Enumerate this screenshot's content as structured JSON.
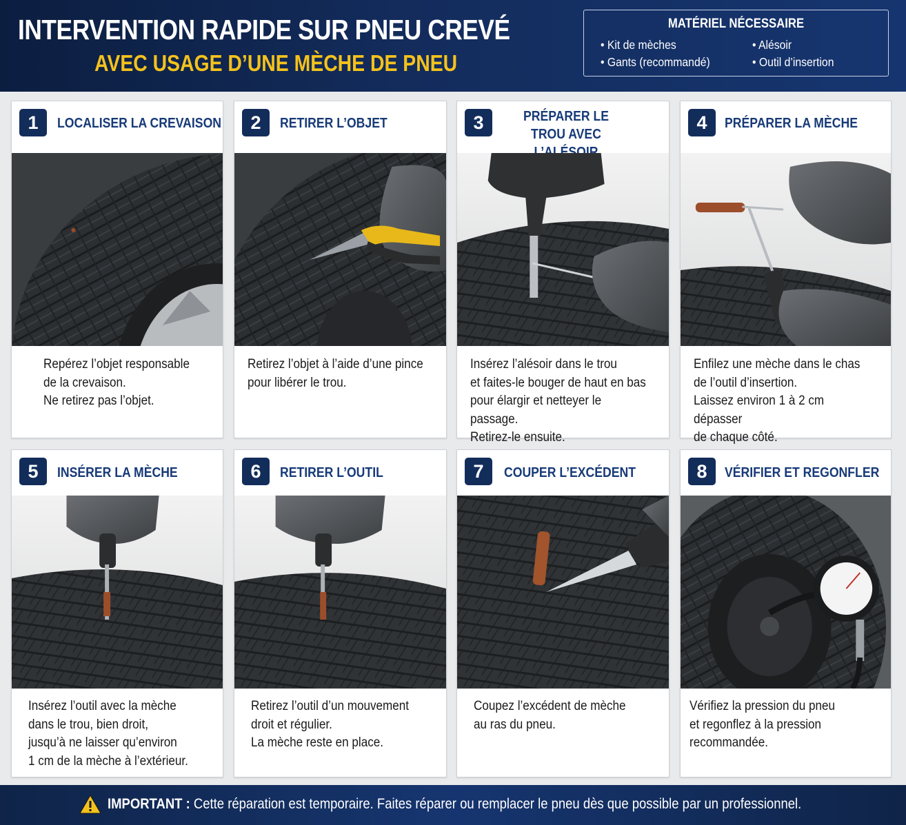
{
  "header": {
    "title": "INTERVENTION RAPIDE SUR PNEU CREVÉ",
    "subtitle": "AVEC USAGE D’UNE MÈCHE DE PNEU"
  },
  "materials": {
    "title": "MATÉRIEL NÉCESSAIRE",
    "items": [
      "Kit de mèches",
      "Gants (recommandé)",
      "Alésoir",
      "Outil d’insertion"
    ]
  },
  "steps": [
    {
      "number": "1",
      "title": "LOCALISER LA CREVAISON",
      "description": "Repérez l’objet responsable\nde la crevaison.\nNe retirez pas l’objet."
    },
    {
      "number": "2",
      "title": "RETIRER L’OBJET",
      "description": "Retirez l’objet à l’aide d’une pince\npour libérer le trou."
    },
    {
      "number": "3",
      "title": "PRÉPARER LE TROU\nAVEC L’ALÉSOIR",
      "description": "Insérez l’alésoir dans le trou\net faites-le bouger de haut en bas\npour élargir et netteyer le passage.\nRetirez-le ensuite."
    },
    {
      "number": "4",
      "title": "PRÉPARER LA MÈCHE",
      "description": "Enfilez une mèche dans le chas\nde l’outil d’insertion.\nLaissez environ 1 à 2 cm dépasser\nde chaque côté."
    },
    {
      "number": "5",
      "title": "INSÉRER LA MÈCHE",
      "description": "Insérez l’outil avec la mèche\ndans le trou, bien droit,\njusqu’à ne laisser qu’environ\n1 cm de la mèche à l’extérieur."
    },
    {
      "number": "6",
      "title": "RETIRER L’OUTIL",
      "description": "Retirez l’outil d’un mouvement\ndroit et régulier.\nLa mèche reste en place."
    },
    {
      "number": "7",
      "title": "COUPER L’EXCÉDENT",
      "description": "Coupez l’excédent de mèche\nau ras du pneu."
    },
    {
      "number": "8",
      "title": "VÉRIFIER ET REGONFLER",
      "description": "Vérifiez la pression du pneu\net regonflez à la pression\nrecommandée."
    }
  ],
  "footer": {
    "label": "IMPORTANT :",
    "text": " Cette réparation est temporaire. Faites réparer ou remplacer le pneu dès que possible par un professionnel."
  },
  "colors": {
    "navy": "#132d5b",
    "accent_yellow": "#f4c21c",
    "step_title_blue": "#173a78"
  }
}
